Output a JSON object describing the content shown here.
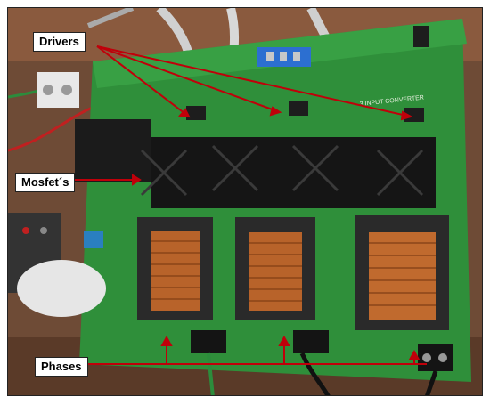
{
  "labels": {
    "drivers": "Drivers",
    "mosfets": "Mosfet´s",
    "phases": "Phases"
  },
  "board_text": {
    "title": "3 INPUT CONVERTER"
  },
  "colors": {
    "annotation": "#c0000a",
    "pcb": "#2f8f3a",
    "heatsink": "#1a1a1a",
    "copper": "#b8632a",
    "table": "#6b4a35"
  }
}
